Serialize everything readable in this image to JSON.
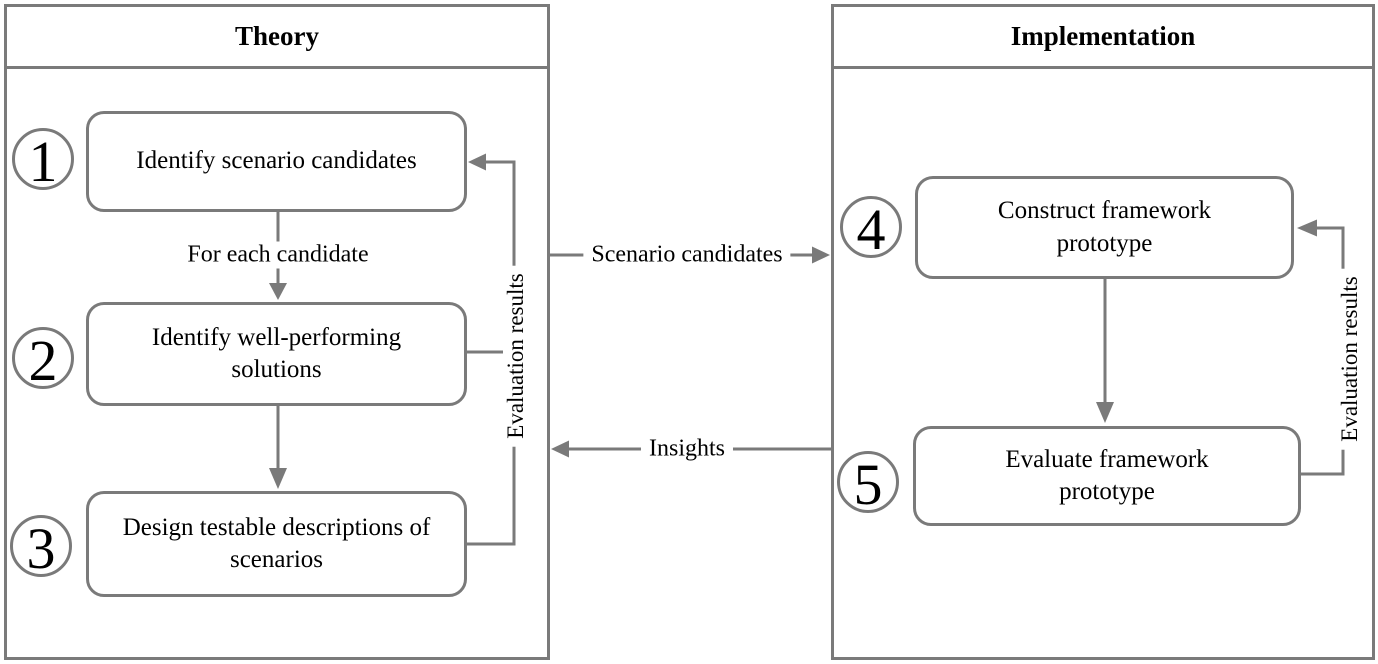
{
  "panels": {
    "theory": {
      "title": "Theory",
      "steps": [
        {
          "number": "1",
          "label": "Identify scenario candidates"
        },
        {
          "number": "2",
          "label": "Identify well-performing solutions"
        },
        {
          "number": "3",
          "label": "Design testable descriptions of scenarios"
        }
      ],
      "feedback_label": "Evaluation results"
    },
    "implementation": {
      "title": "Implementation",
      "steps": [
        {
          "number": "4",
          "label": "Construct framework prototype"
        },
        {
          "number": "5",
          "label": "Evaluate framework prototype"
        }
      ],
      "feedback_label": "Evaluation results"
    }
  },
  "connectors": {
    "step1_to_step2_label": "For each candidate",
    "theory_to_implementation_label": "Scenario candidates",
    "implementation_to_theory_label": "Insights"
  },
  "colors": {
    "line": "#7a7a7a",
    "text": "#000000",
    "background": "#ffffff"
  }
}
